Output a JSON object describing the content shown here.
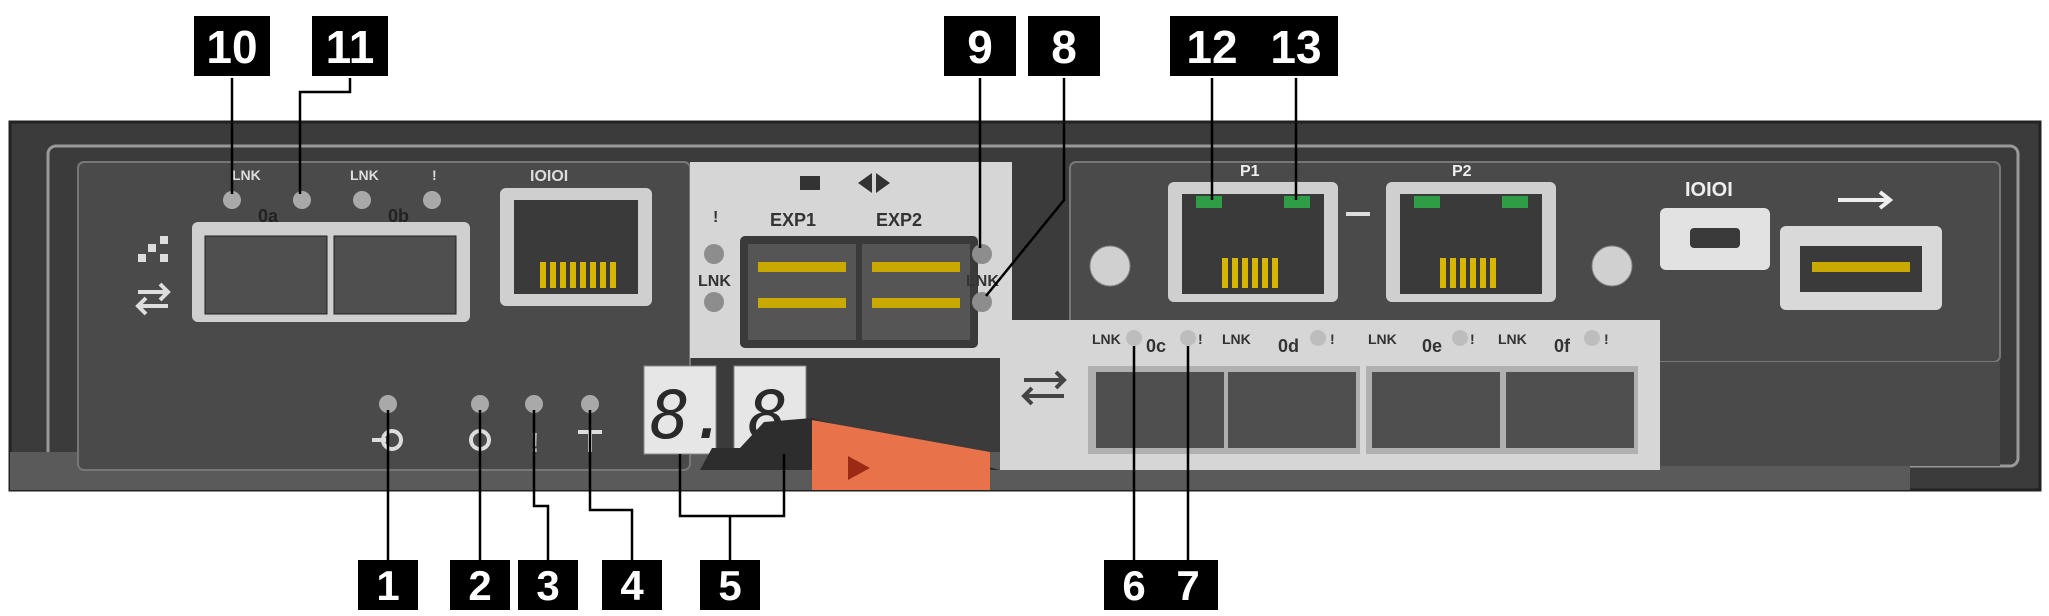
{
  "ports": {
    "lnk_0a": "LNK",
    "lnk_0b": "LNK",
    "fault_0b": "!",
    "port_0a": "0a",
    "port_0b": "0b",
    "mgmt_serial_glyph": "IOIOI",
    "exp1": "EXP1",
    "exp2": "EXP2",
    "exp_fault": "!",
    "exp_lnk_left": "LNK",
    "exp_lnk_right": "LNK",
    "p1": "P1",
    "p2": "P2",
    "console_glyph": "IOIOI",
    "lnk_0c": "LNK",
    "port_0c": "0c",
    "lnk_0d": "LNK",
    "port_0d": "0d",
    "lnk_0e": "LNK",
    "port_0e": "0e",
    "lnk_0f": "LNK",
    "port_0f": "0f",
    "fault_0c": "!",
    "fault_0d": "!",
    "fault_0e": "!",
    "fault_0f": "!",
    "attention_glyph": "!"
  },
  "seven_segment": {
    "left": "8.",
    "right": "8"
  },
  "callouts": [
    "1",
    "2",
    "3",
    "4",
    "5",
    "6",
    "7",
    "8",
    "9",
    "10",
    "11",
    "12",
    "13"
  ],
  "colors": {
    "chassis": "#3b3b3b",
    "panel": "#4a4a4a",
    "bay": "#d6d6d6",
    "led": "#a9a9a9",
    "link_green": "#2e9d45",
    "handle_orange": "#e8734a",
    "callout_bg": "#000000"
  },
  "icons": [
    "network-icon",
    "transfer-icon",
    "usb-icon",
    "wrench-icon",
    "reset-icon",
    "power-icon",
    "cache-icon",
    "expansion-icon"
  ]
}
